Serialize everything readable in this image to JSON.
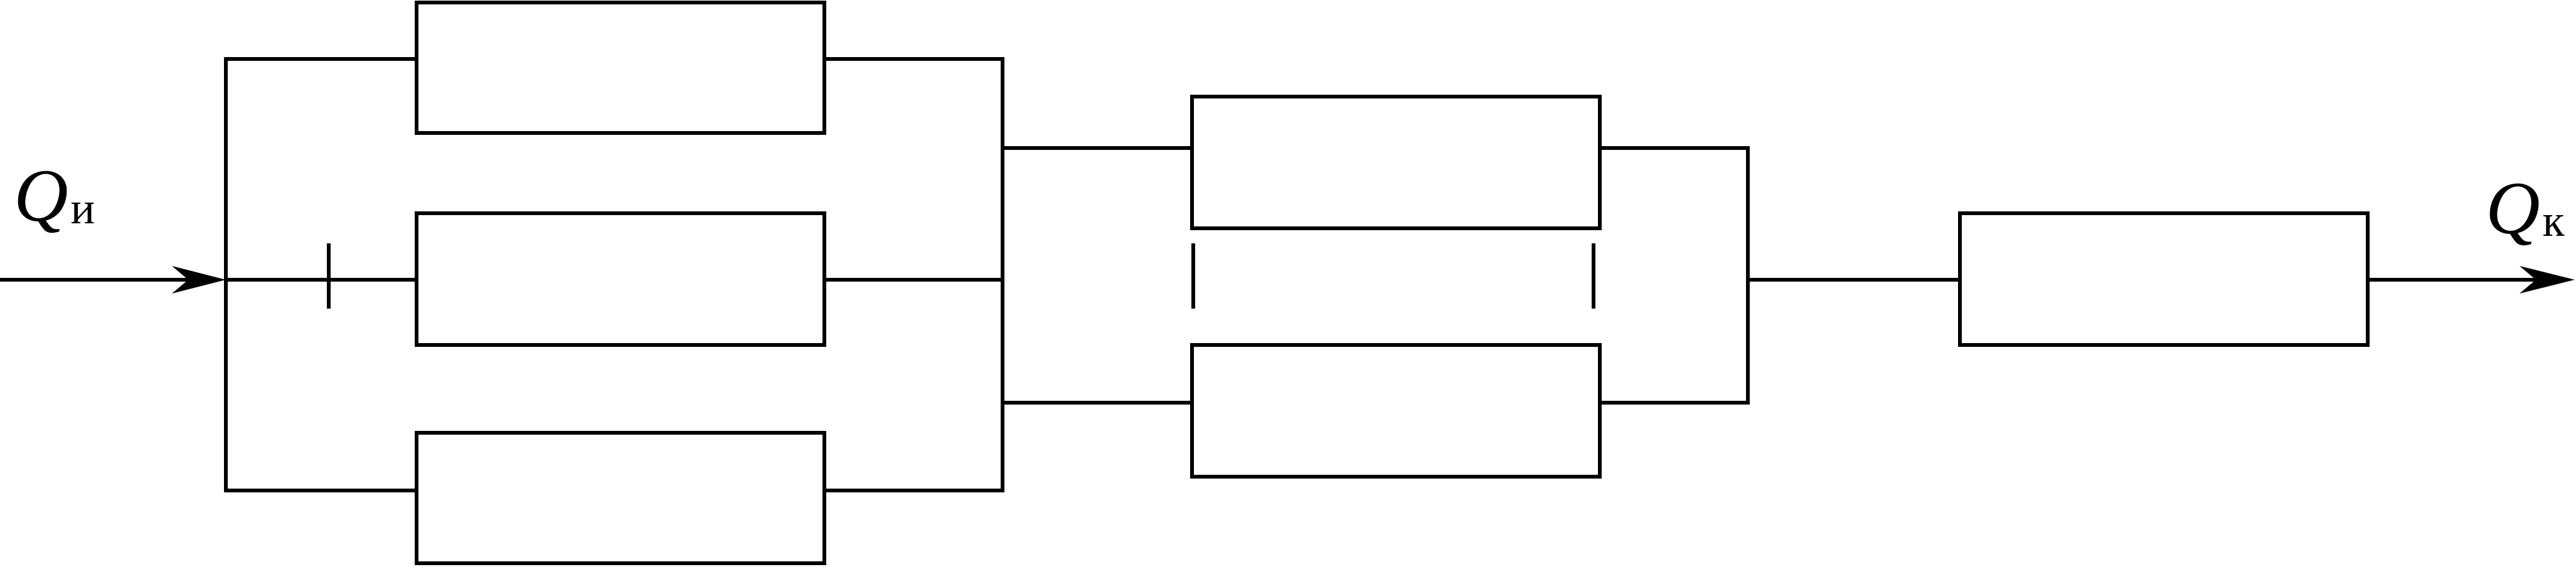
{
  "diagram": {
    "stroke_color": "#000000",
    "background": "#ffffff",
    "input_label": {
      "symbol": "Q",
      "subscript": "и"
    },
    "output_label": {
      "symbol": "Q",
      "subscript": "к"
    },
    "stage_1": {
      "parallel_blocks": 3
    },
    "stage_2": {
      "parallel_blocks": 2
    },
    "stage_3": {
      "series_blocks": 1
    }
  }
}
